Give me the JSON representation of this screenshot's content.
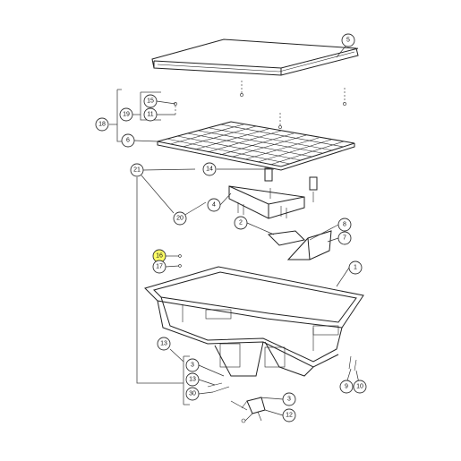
{
  "colors": {
    "line": "#222222",
    "highlight": "#ffff66",
    "background": "#ffffff"
  },
  "callouts": {
    "c1": "1",
    "c2": "2",
    "c3a": "3",
    "c3b": "3",
    "c4": "4",
    "c5": "5",
    "c6": "6",
    "c7": "7",
    "c8": "8",
    "c9": "9",
    "c10": "10",
    "c11": "11",
    "c12": "12",
    "c13a": "13",
    "c13b": "13",
    "c14": "14",
    "c15": "15",
    "c16": "16",
    "c17": "17",
    "c18": "18",
    "c19": "19",
    "c20": "20",
    "c21": "21",
    "c30": "30"
  },
  "highlighted": "16"
}
